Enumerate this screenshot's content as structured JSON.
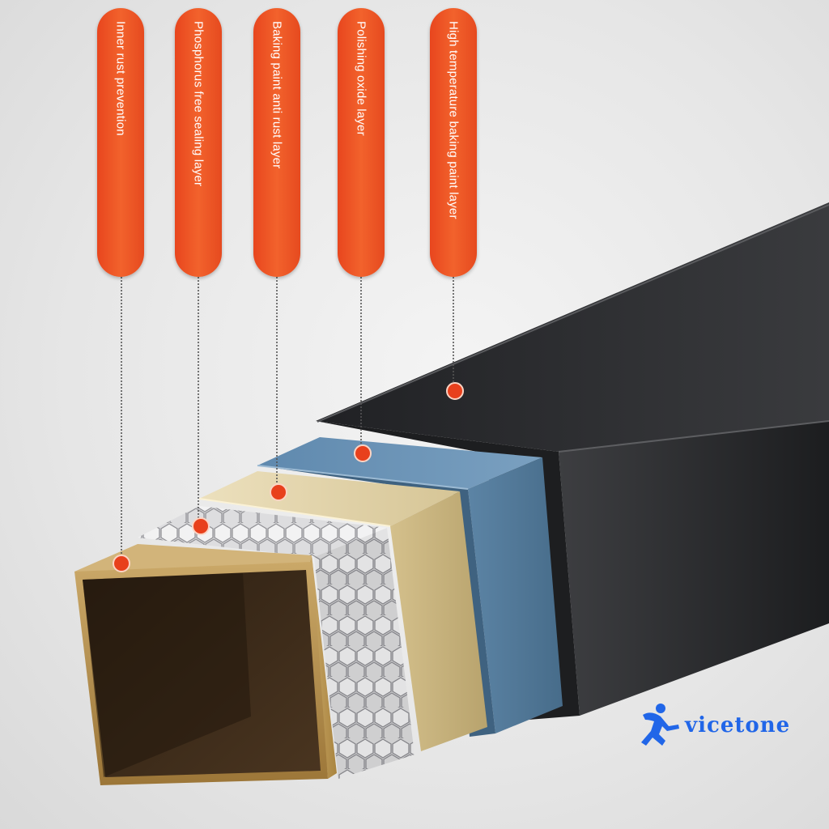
{
  "labels": [
    {
      "text": "Inner rust prevention"
    },
    {
      "text": "Phosphorus free sealing layer"
    },
    {
      "text": "Baking paint anti rust layer"
    },
    {
      "text": "Polishing oxide layer"
    },
    {
      "text": "High temperature baking paint layer"
    }
  ],
  "brand": {
    "name": "vicetone",
    "icon": "running-person-icon"
  },
  "colors": {
    "pill": "#ef5a28",
    "marker": "#e8401c",
    "outer_layer": "#2b2c2e",
    "blue_layer": "#5d86a8",
    "gold_layer": "#c9b88a",
    "honeycomb_layer": "#d6d6d8",
    "inner_tube": "#b58d4c",
    "brand": "#2166e8"
  }
}
